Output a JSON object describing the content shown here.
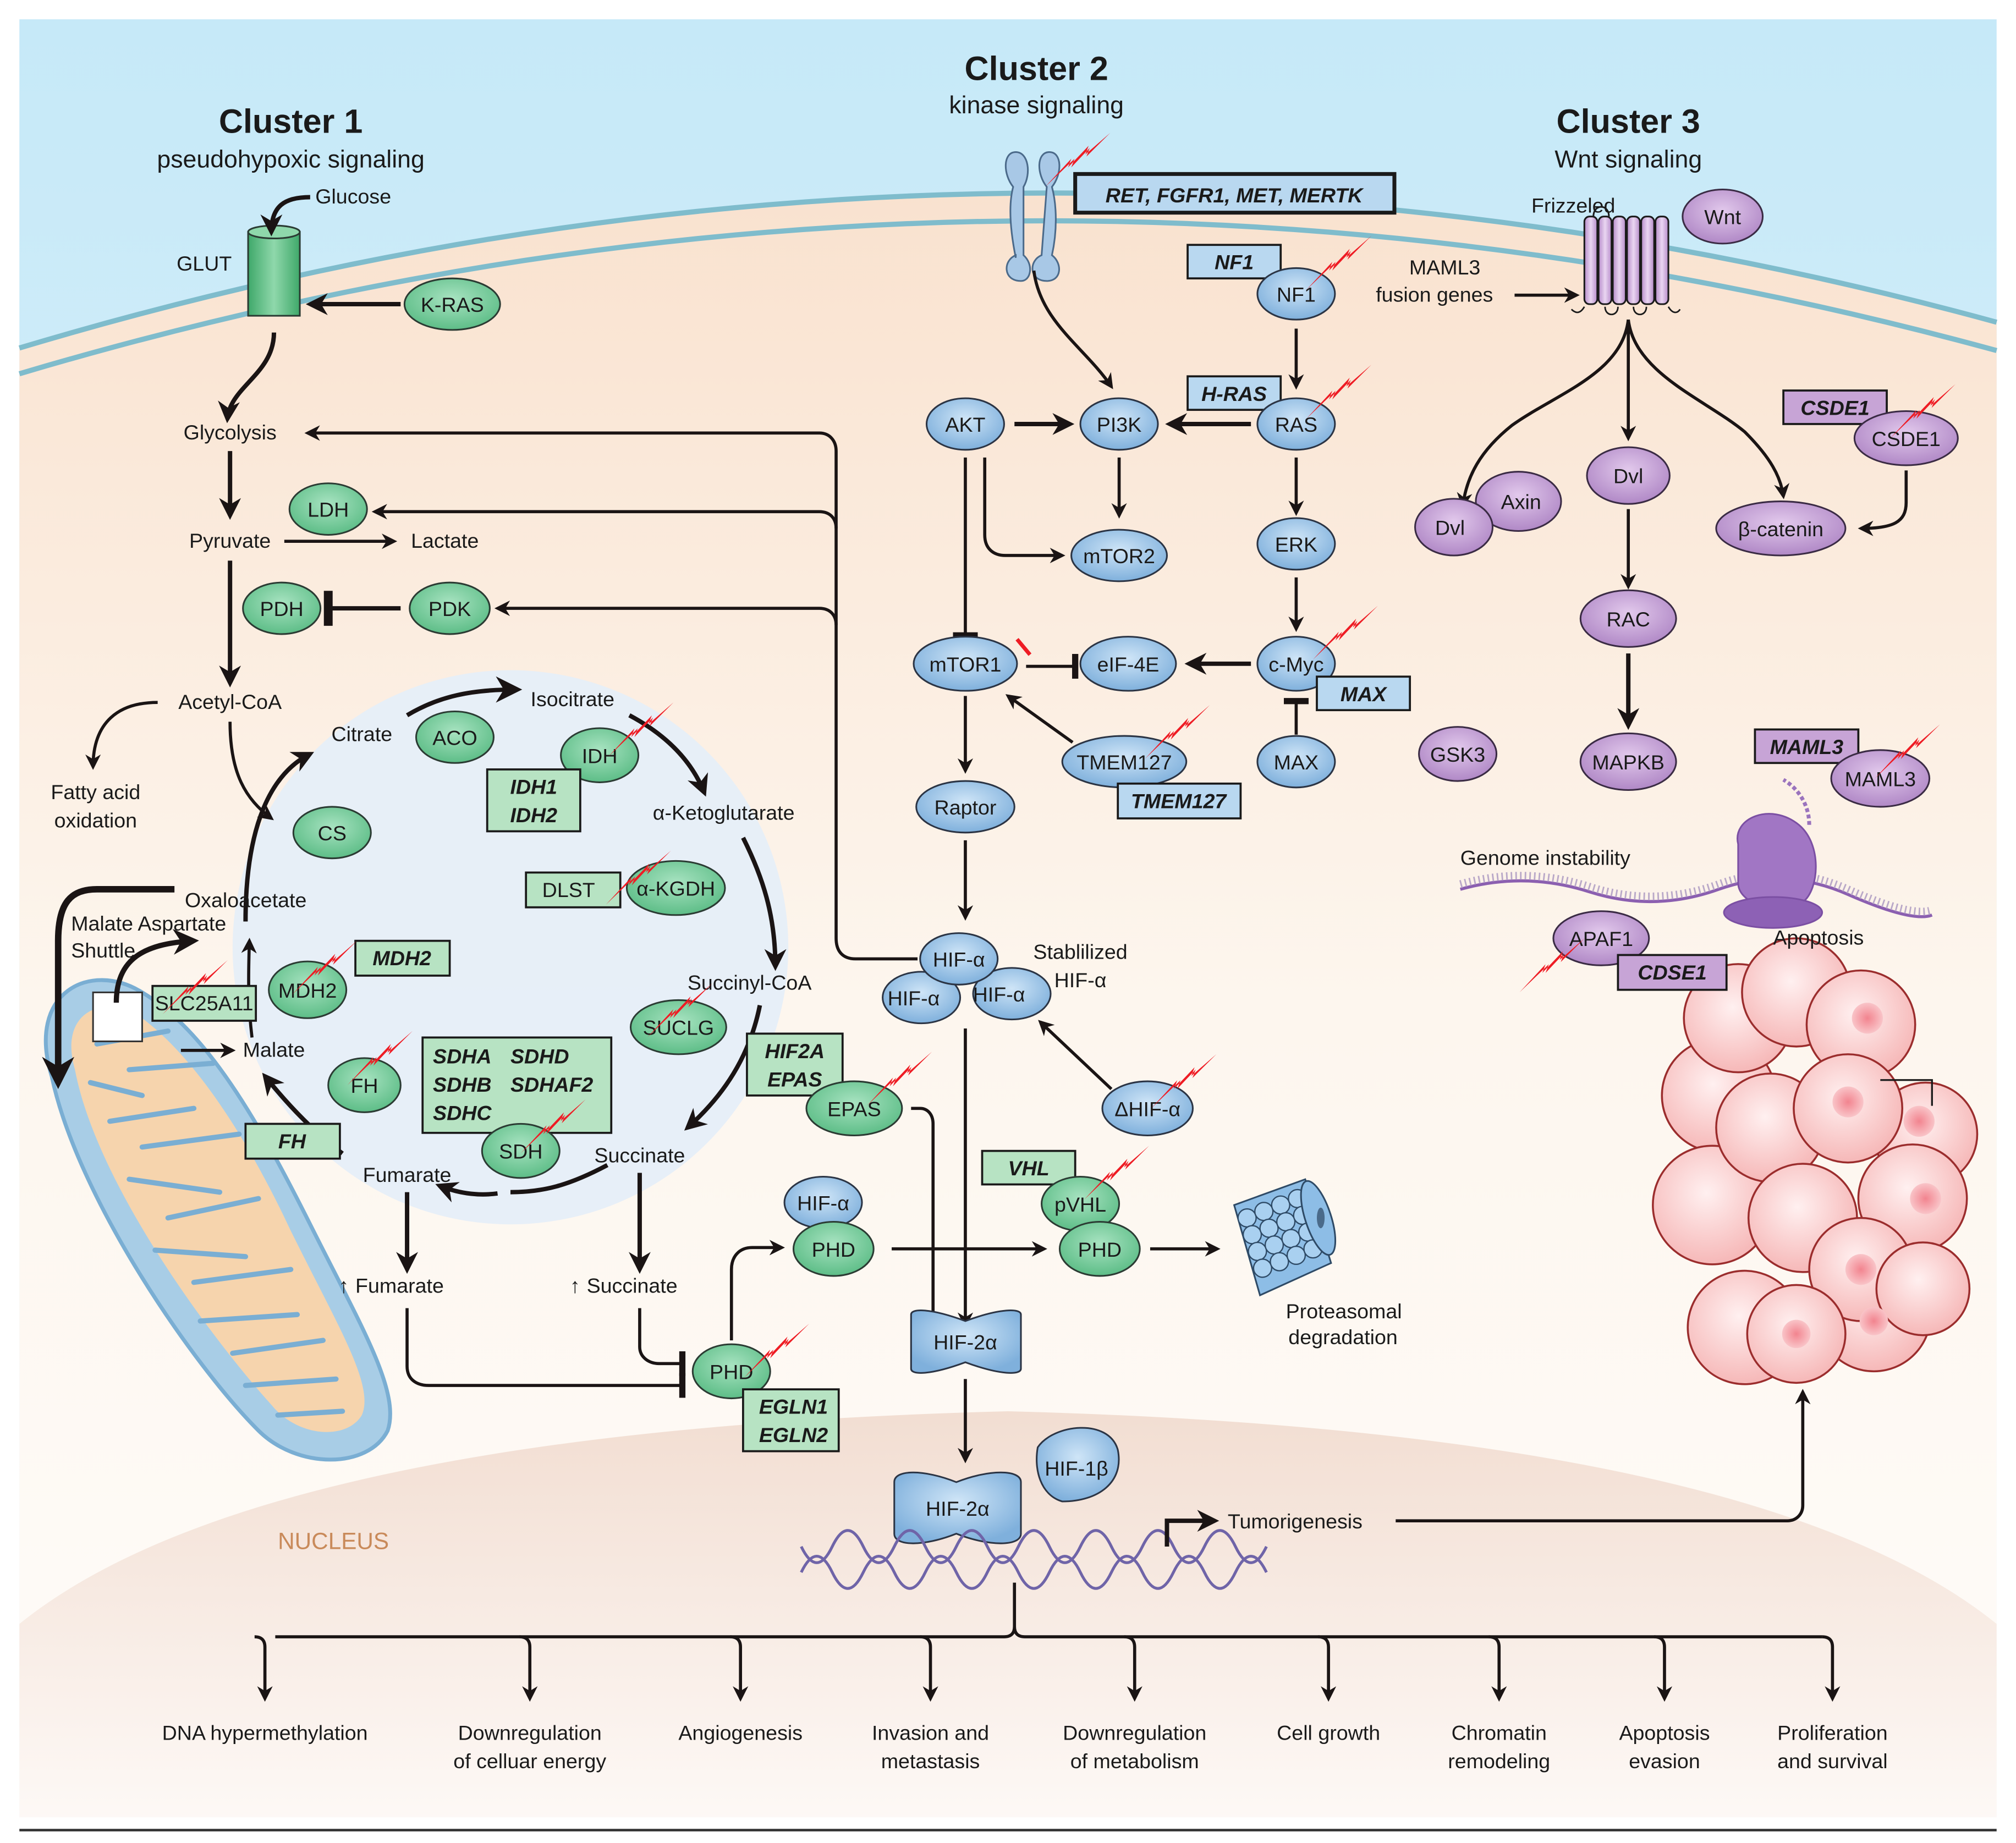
{
  "clusters": [
    {
      "title": "Cluster 1",
      "subtitle": "pseudohypoxic signaling"
    },
    {
      "title": "Cluster 2",
      "subtitle": "kinase signaling"
    },
    {
      "title": "Cluster 3",
      "subtitle": "Wnt signaling"
    }
  ],
  "colors": {
    "cluster1_node": "#7fd1a3",
    "cluster2_node": "#9cc6ea",
    "cluster3_node": "#c9a2d9",
    "mutation_bolt": "#ee1c24",
    "nucleus_label": "#c98a5a",
    "membrane": "#7fbccc"
  },
  "cluster1": {
    "glucose": "Glucose",
    "glut": "GLUT",
    "kras": "K-RAS",
    "glycolysis": "Glycolysis",
    "ldh": "LDH",
    "pyruvate": "Pyruvate",
    "lactate": "Lactate",
    "pdh": "PDH",
    "pdk": "PDK",
    "acetyl_coa": "Acetyl-CoA",
    "fatty_acid": [
      "Fatty acid",
      "oxidation"
    ],
    "citrate": "Citrate",
    "aco": "ACO",
    "isocitrate": "Isocitrate",
    "idh": "IDH",
    "idh_genes": [
      "IDH1",
      "IDH2"
    ],
    "cs": "CS",
    "alpha_kg": "α-Ketoglutarate",
    "dlst": "DLST",
    "akgdh": "α-KGDH",
    "oxaloacetate": "Oxaloacetate",
    "shuttle": [
      "Malate Aspartate",
      "Shuttle"
    ],
    "slc25a11": "SLC25A11",
    "mdh2_node": "MDH2",
    "mdh2_gene": "MDH2",
    "succinyl_coa": "Succinyl-CoA",
    "suclg": "SUCLG",
    "malate": "Malate",
    "fh_node": "FH",
    "fh_gene": "FH",
    "sdh_genes": [
      "SDHA",
      "SDHD",
      "SDHB",
      "SDHAF2",
      "SDHC"
    ],
    "sdh": "SDH",
    "fumarate": "Fumarate",
    "succinate": "Succinate",
    "up_fumarate": "Fumarate",
    "up_succinate": "Succinate",
    "phd": "PHD",
    "egln_genes": [
      "EGLN1",
      "EGLN2"
    ],
    "hif2a_genes": [
      "HIF2A",
      "EPAS"
    ],
    "epas": "EPAS"
  },
  "cluster2": {
    "rtk_genes": "RET, FGFR1, MET, MERTK",
    "nf1_gene": "NF1",
    "nf1": "NF1",
    "hras_gene": "H-RAS",
    "ras": "RAS",
    "akt": "AKT",
    "pi3k": "PI3K",
    "mtor2": "mTOR2",
    "erk": "ERK",
    "mtor1": "mTOR1",
    "eif4e": "eIF-4E",
    "cmyc": "c-Myc",
    "max_gene": "MAX",
    "max": "MAX",
    "tmem127": "TMEM127",
    "tmem127_gene": "TMEM127",
    "raptor": "Raptor",
    "hif_alpha": "HIF-α",
    "stabilized": [
      "Stablilized",
      "HIF-α"
    ],
    "delta_hif": "ΔHIF-α",
    "vhl_gene": "VHL",
    "pvhl": "pVHL",
    "phd": "PHD",
    "hif_alpha_phd": "HIF-α",
    "phd_left": "PHD",
    "proteasome": [
      "Proteasomal",
      "degradation"
    ],
    "hif2a": "HIF-2α",
    "hif2a_nuc": "HIF-2α",
    "hif1b": "HIF-1β",
    "tumorigenesis": "Tumorigenesis"
  },
  "cluster3": {
    "frizzled": "Frizzeled",
    "wnt": "Wnt",
    "maml3_fusion": [
      "MAML3",
      "fusion genes"
    ],
    "csde1_gene": "CSDE1",
    "csde1": "CSDE1",
    "dvl": "Dvl",
    "axin": "Axin",
    "dvl2": "Dvl",
    "beta_catenin": "β-catenin",
    "rac": "RAC",
    "gsk3": "GSK3",
    "mapkb": "MAPKB",
    "maml3_gene": "MAML3",
    "maml3": "MAML3",
    "genome_instability": "Genome instability",
    "apoptosis": "Apoptosis",
    "apaf1": "APAF1",
    "cdse1_gene": "CDSE1"
  },
  "nucleus_label": "NUCLEUS",
  "outcomes": [
    [
      "DNA hypermethylation"
    ],
    [
      "Downregulation",
      "of celluar energy"
    ],
    [
      "Angiogenesis"
    ],
    [
      "Invasion and",
      "metastasis"
    ],
    [
      "Downregulation",
      "of metabolism"
    ],
    [
      "Cell growth"
    ],
    [
      "Chromatin",
      "remodeling"
    ],
    [
      "Apoptosis",
      "evasion"
    ],
    [
      "Proliferation",
      "and survival"
    ]
  ]
}
